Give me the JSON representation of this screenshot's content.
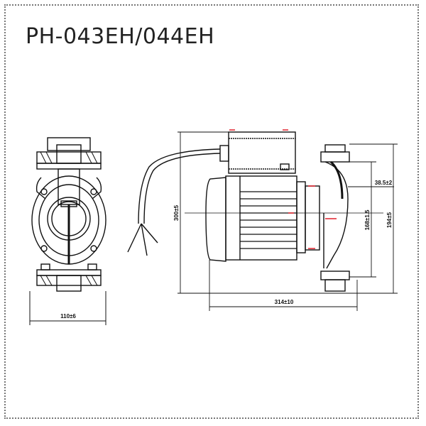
{
  "title": "PH-043EH/044EH",
  "dimensions": {
    "width_front": "110±6",
    "length": "314±10",
    "height_total": "300±5",
    "offset_top": "38.5±2",
    "port_distance": "168±1.5",
    "height_right": "194±5"
  },
  "colors": {
    "line": "#111111",
    "marker": "#e0202a",
    "border": "#777777"
  }
}
